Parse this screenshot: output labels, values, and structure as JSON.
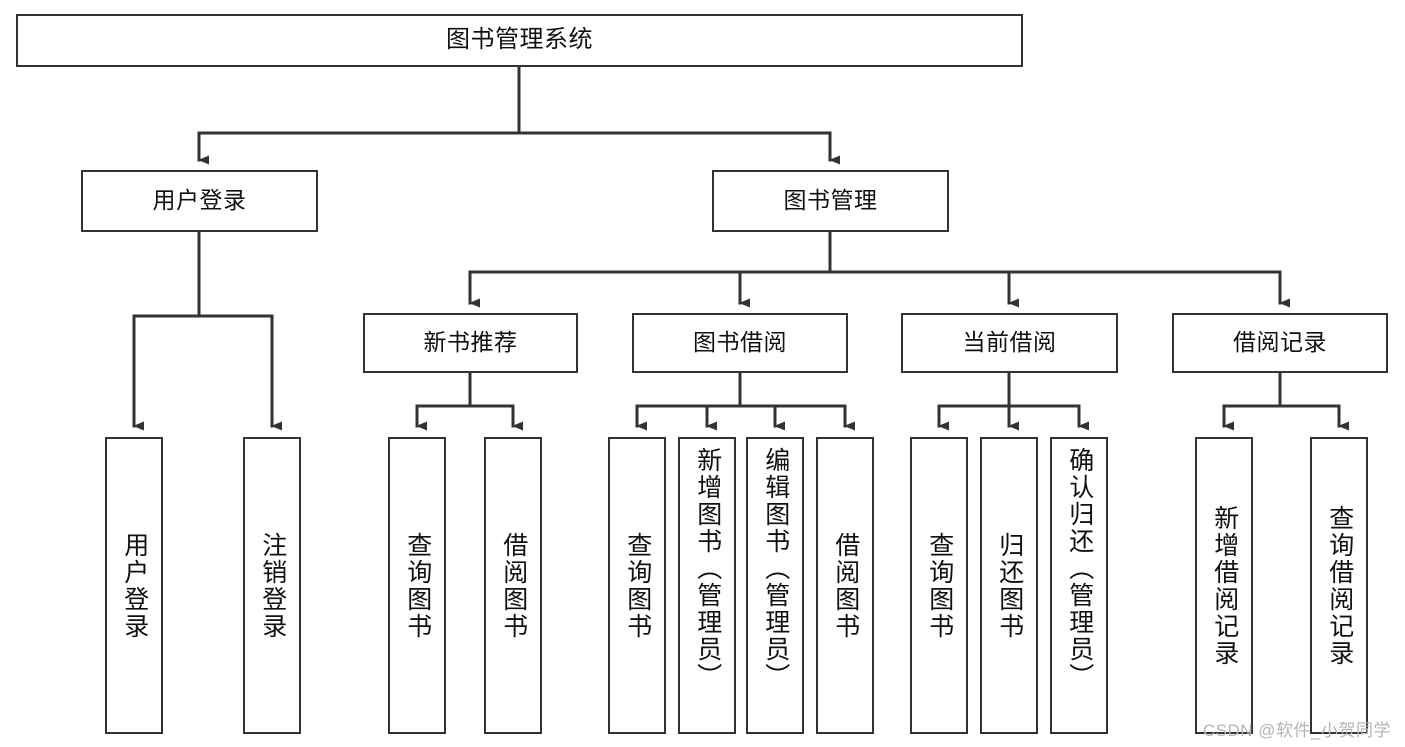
{
  "diagram": {
    "type": "tree-hierarchy",
    "title": "图书管理系统",
    "watermark": "CSDN @软件_小贺同学",
    "colors": {
      "box_border": "#333333",
      "box_fill": "#ffffff",
      "connector": "#333333",
      "text": "#111111",
      "watermark": "#b4b4b4",
      "background": "#ffffff"
    },
    "levels": [
      {
        "level": 1,
        "nodes": [
          {
            "id": "root",
            "label": "图书管理系统",
            "orientation": "horizontal"
          }
        ]
      },
      {
        "level": 2,
        "nodes": [
          {
            "id": "user-login",
            "label": "用户登录",
            "orientation": "horizontal",
            "parent": "root"
          },
          {
            "id": "book-manage",
            "label": "图书管理",
            "orientation": "horizontal",
            "parent": "root"
          }
        ]
      },
      {
        "level": 3,
        "nodes": [
          {
            "id": "new-book-recommend",
            "label": "新书推荐",
            "orientation": "horizontal",
            "parent": "book-manage"
          },
          {
            "id": "book-borrow",
            "label": "图书借阅",
            "orientation": "horizontal",
            "parent": "book-manage"
          },
          {
            "id": "current-borrow",
            "label": "当前借阅",
            "orientation": "horizontal",
            "parent": "book-manage"
          },
          {
            "id": "borrow-record",
            "label": "借阅记录",
            "orientation": "horizontal",
            "parent": "book-manage"
          }
        ]
      },
      {
        "level": 4,
        "nodes": [
          {
            "id": "leaf-user-login",
            "label": "用户登录",
            "orientation": "vertical",
            "parent": "user-login"
          },
          {
            "id": "leaf-logout-login",
            "label": "注销登录",
            "orientation": "vertical",
            "parent": "user-login"
          },
          {
            "id": "leaf-query-book-1",
            "label": "查询图书",
            "orientation": "vertical",
            "parent": "new-book-recommend"
          },
          {
            "id": "leaf-borrow-book-1",
            "label": "借阅图书",
            "orientation": "vertical",
            "parent": "new-book-recommend"
          },
          {
            "id": "leaf-query-book-2",
            "label": "查询图书",
            "orientation": "vertical",
            "parent": "book-borrow"
          },
          {
            "id": "leaf-add-book-admin",
            "label": "新增图书（管理员）",
            "orientation": "vertical",
            "parent": "book-borrow"
          },
          {
            "id": "leaf-edit-book-admin",
            "label": "编辑图书（管理员）",
            "orientation": "vertical",
            "parent": "book-borrow"
          },
          {
            "id": "leaf-borrow-book-2",
            "label": "借阅图书",
            "orientation": "vertical",
            "parent": "book-borrow"
          },
          {
            "id": "leaf-query-book-3",
            "label": "查询图书",
            "orientation": "vertical",
            "parent": "current-borrow"
          },
          {
            "id": "leaf-return-book",
            "label": "归还图书",
            "orientation": "vertical",
            "parent": "current-borrow"
          },
          {
            "id": "leaf-confirm-return-admin",
            "label": "确认归还（管理员）",
            "orientation": "vertical",
            "parent": "current-borrow"
          },
          {
            "id": "leaf-add-borrow-record",
            "label": "新增借阅记录",
            "orientation": "vertical",
            "parent": "borrow-record"
          },
          {
            "id": "leaf-query-borrow-record",
            "label": "查询借阅记录",
            "orientation": "vertical",
            "parent": "borrow-record"
          }
        ]
      }
    ]
  }
}
